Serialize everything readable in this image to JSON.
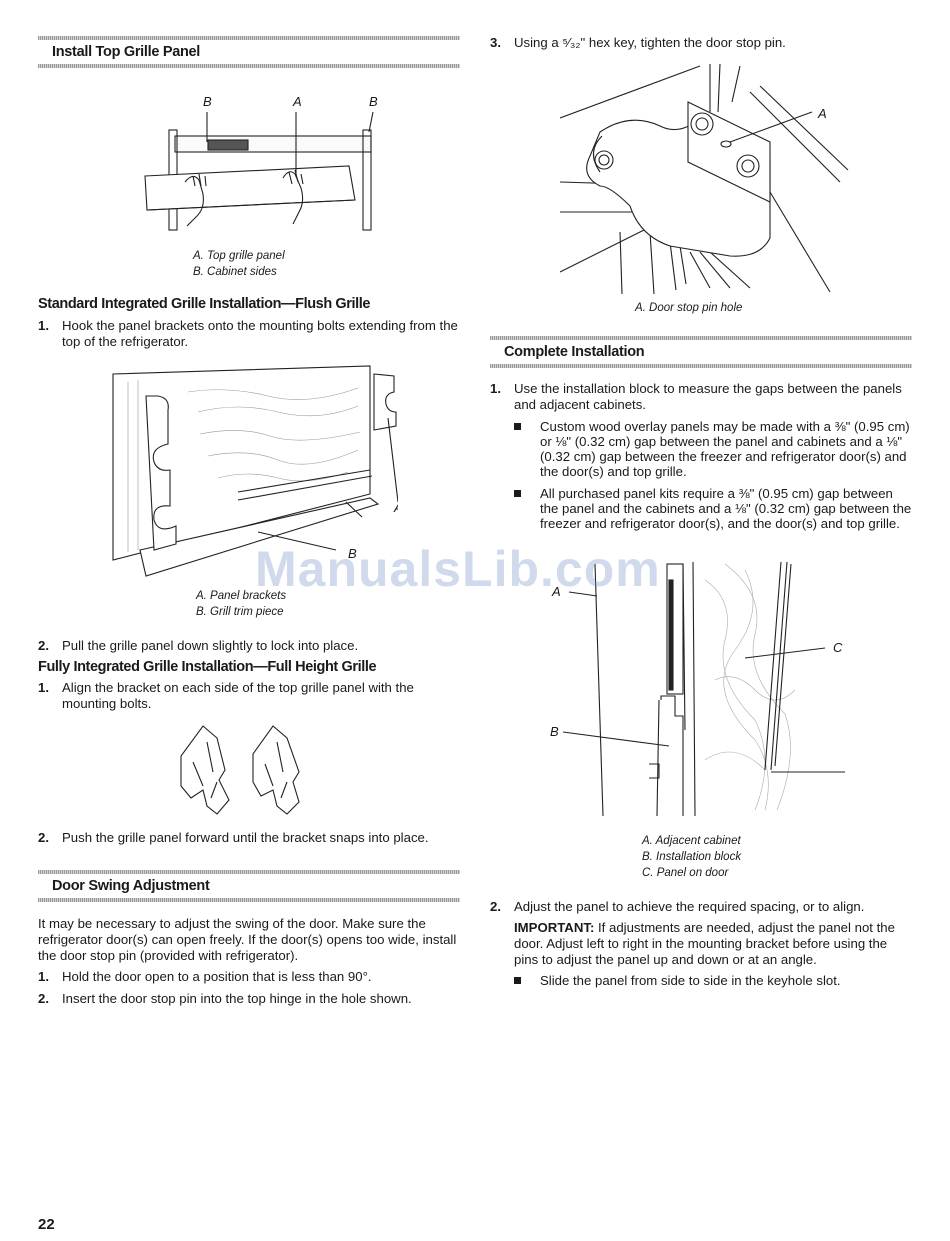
{
  "left": {
    "install_top": {
      "title": "Install Top Grille Panel",
      "labels": [
        "B",
        "A",
        "B"
      ],
      "caption": [
        "A. Top grille panel",
        "B. Cabinet sides"
      ]
    },
    "flush": {
      "title": "Standard Integrated Grille Installation—Flush Grille",
      "step1_num": "1.",
      "step1": "Hook the panel brackets onto the mounting bolts extending from the top of the refrigerator.",
      "labels": [
        "A",
        "B"
      ],
      "caption": [
        "A. Panel brackets",
        "B. Grill trim piece"
      ],
      "step2_num": "2.",
      "step2": "Pull the grille panel down slightly to lock into place."
    },
    "full": {
      "title": "Fully Integrated Grille Installation—Full Height Grille",
      "step1_num": "1.",
      "step1": "Align the bracket on each side of the top grille panel with the mounting bolts.",
      "step2_num": "2.",
      "step2": "Push the grille panel forward until the bracket snaps into place."
    },
    "door_swing": {
      "title": "Door Swing Adjustment",
      "intro": "It may be necessary to adjust the swing of the door. Make sure the refrigerator door(s) can open freely. If the door(s) opens too wide, install the door stop pin (provided with refrigerator).",
      "step1_num": "1.",
      "step1": "Hold the door open to a position that is less than 90°.",
      "step2_num": "2.",
      "step2": "Insert the door stop pin into the top hinge in the hole shown."
    }
  },
  "right": {
    "step3_num": "3.",
    "step3": "Using a ⁵⁄₃₂\" hex key, tighten the door stop pin.",
    "hinge": {
      "label": "A",
      "caption": "A. Door stop pin hole"
    },
    "complete": {
      "title": "Complete Installation",
      "step1_num": "1.",
      "step1": "Use the installation block to measure the gaps between the panels and adjacent cabinets.",
      "bullet1": "Custom wood overlay panels may be made with a ⅜\" (0.95 cm) or ⅛\" (0.32 cm) gap between the panel and cabinets and a ⅛\" (0.32 cm) gap between the freezer and refrigerator door(s) and the door(s) and top grille.",
      "bullet2": "All purchased panel kits require a ⅜\" (0.95 cm) gap between the panel and the cabinets and a ⅛\" (0.32 cm) gap between the freezer and refrigerator door(s), and the door(s) and top grille.",
      "labels": [
        "A",
        "B",
        "C"
      ],
      "caption": [
        "A. Adjacent cabinet",
        "B. Installation block",
        "C. Panel on door"
      ],
      "step2_num": "2.",
      "step2": "Adjust the panel to achieve the required spacing, or to align.",
      "important_label": "IMPORTANT:",
      "important": " If adjustments are needed, adjust the panel not the door. Adjust left to right in the mounting bracket before using the pins to adjust the panel up and down or at an angle.",
      "bullet3": "Slide the panel from side to side in the keyhole slot."
    }
  },
  "watermark": "ManualsLib.com",
  "page_number": "22"
}
